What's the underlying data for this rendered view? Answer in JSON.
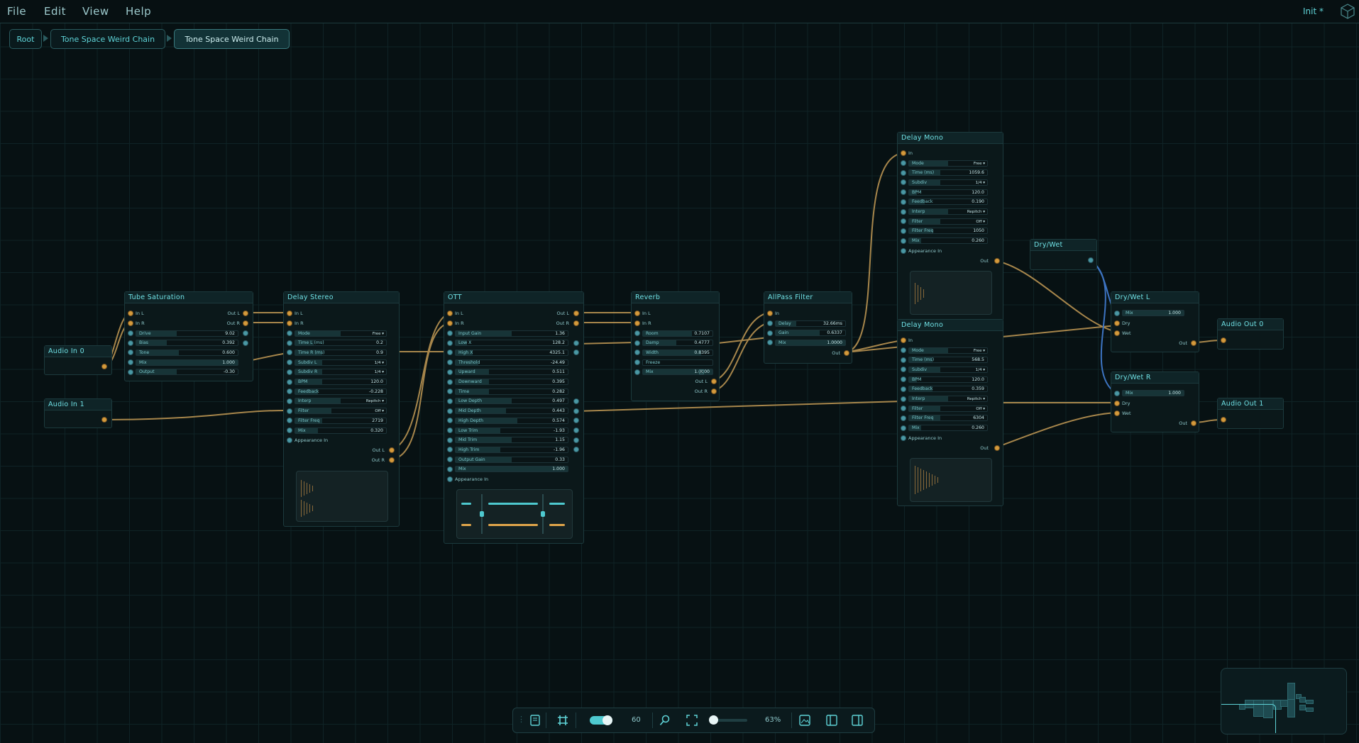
{
  "menubar": {
    "items": [
      "File",
      "Edit",
      "View",
      "Help"
    ],
    "preset": "Init *"
  },
  "breadcrumb": [
    "Root",
    "Tone Space Weird Chain",
    "Tone Space Weird Chain"
  ],
  "colors": {
    "audio_port": "#d49a3c",
    "param_port": "#4a98a4",
    "accent": "#5fd4d8",
    "wire_audio": "#c9a15a",
    "wire_param": "#4a7fc4"
  },
  "nodes": {
    "audio_in_0": {
      "title": "Audio In 0"
    },
    "audio_in_1": {
      "title": "Audio In 1"
    },
    "tube": {
      "title": "Tube Saturation",
      "in_l": "In L",
      "in_r": "In R",
      "out_l": "Out L",
      "out_r": "Out R",
      "params": [
        {
          "name": "Drive",
          "value": "9.02"
        },
        {
          "name": "Bias",
          "value": "0.392"
        },
        {
          "name": "Tone",
          "value": "0.600"
        },
        {
          "name": "Mix",
          "value": "1.000"
        },
        {
          "name": "Output",
          "value": "-0.30"
        }
      ]
    },
    "delay_stereo": {
      "title": "Delay Stereo",
      "in_l": "In L",
      "in_r": "In R",
      "out_l": "Out L",
      "out_r": "Out R",
      "appearance": "Appearance In",
      "params": [
        {
          "name": "Mode",
          "value": "Free ▾"
        },
        {
          "name": "Time L (ms)",
          "value": "0.2"
        },
        {
          "name": "Time R (ms)",
          "value": "0.9"
        },
        {
          "name": "Subdiv L",
          "value": "1/4 ▾"
        },
        {
          "name": "Subdiv R",
          "value": "1/4 ▾"
        },
        {
          "name": "BPM",
          "value": "120.0"
        },
        {
          "name": "Feedback",
          "value": "-0.228"
        },
        {
          "name": "Interp",
          "value": "Repitch ▾"
        },
        {
          "name": "Filter",
          "value": "Off ▾"
        },
        {
          "name": "Filter Freq",
          "value": "2719"
        },
        {
          "name": "Mix",
          "value": "0.320"
        }
      ]
    },
    "ott": {
      "title": "OTT",
      "in_l": "In L",
      "in_r": "In R",
      "out_l": "Out L",
      "out_r": "Out R",
      "appearance": "Appearance In",
      "params": [
        {
          "name": "Input Gain",
          "value": "1.36"
        },
        {
          "name": "Low X",
          "value": "128.2"
        },
        {
          "name": "High X",
          "value": "4325.1"
        },
        {
          "name": "Threshold",
          "value": "-24.49"
        },
        {
          "name": "Upward",
          "value": "0.511"
        },
        {
          "name": "Downward",
          "value": "0.395"
        },
        {
          "name": "Time",
          "value": "0.282"
        },
        {
          "name": "Low Depth",
          "value": "0.497"
        },
        {
          "name": "Mid Depth",
          "value": "0.443"
        },
        {
          "name": "High Depth",
          "value": "0.574"
        },
        {
          "name": "Low Trim",
          "value": "-1.93"
        },
        {
          "name": "Mid Trim",
          "value": "1.15"
        },
        {
          "name": "High Trim",
          "value": "-1.96"
        },
        {
          "name": "Output Gain",
          "value": "0.33"
        },
        {
          "name": "Mix",
          "value": "1.000"
        }
      ]
    },
    "reverb": {
      "title": "Reverb",
      "in_l": "In L",
      "in_r": "In R",
      "out_l": "Out L",
      "out_r": "Out R",
      "params": [
        {
          "name": "Room",
          "value": "0.7107"
        },
        {
          "name": "Damp",
          "value": "0.4777"
        },
        {
          "name": "Width",
          "value": "0.8395"
        },
        {
          "name": "Freeze",
          "value": ""
        },
        {
          "name": "Mix",
          "value": "1.0000"
        }
      ]
    },
    "allpass": {
      "title": "AllPass Filter",
      "in": "In",
      "out": "Out",
      "params": [
        {
          "name": "Delay",
          "value": "32.66ms"
        },
        {
          "name": "Gain",
          "value": "0.6337"
        },
        {
          "name": "Mix",
          "value": "1.0000"
        }
      ]
    },
    "delay_mono_1": {
      "title": "Delay Mono",
      "in": "In",
      "out": "Out",
      "appearance": "Appearance In",
      "params": [
        {
          "name": "Mode",
          "value": "Free ▾"
        },
        {
          "name": "Time (ms)",
          "value": "1059.6"
        },
        {
          "name": "Subdiv",
          "value": "1/4 ▾"
        },
        {
          "name": "BPM",
          "value": "120.0"
        },
        {
          "name": "Feedback",
          "value": "0.190"
        },
        {
          "name": "Interp",
          "value": "Repitch ▾"
        },
        {
          "name": "Filter",
          "value": "Off ▾"
        },
        {
          "name": "Filter Freq",
          "value": "1050"
        },
        {
          "name": "Mix",
          "value": "0.260"
        }
      ]
    },
    "delay_mono_2": {
      "title": "Delay Mono",
      "in": "In",
      "out": "Out",
      "appearance": "Appearance In",
      "params": [
        {
          "name": "Mode",
          "value": "Free ▾"
        },
        {
          "name": "Time (ms)",
          "value": "568.5"
        },
        {
          "name": "Subdiv",
          "value": "1/4 ▾"
        },
        {
          "name": "BPM",
          "value": "120.0"
        },
        {
          "name": "Feedback",
          "value": "0.359"
        },
        {
          "name": "Interp",
          "value": "Repitch ▾"
        },
        {
          "name": "Filter",
          "value": "Off ▾"
        },
        {
          "name": "Filter Freq",
          "value": "6304"
        },
        {
          "name": "Mix",
          "value": "0.260"
        }
      ]
    },
    "drywet": {
      "title": "Dry/Wet"
    },
    "drywet_l": {
      "title": "Dry/Wet L",
      "mix": "Mix",
      "mix_value": "1.000",
      "dry": "Dry",
      "wet": "Wet",
      "out": "Out"
    },
    "drywet_r": {
      "title": "Dry/Wet R",
      "mix": "Mix",
      "mix_value": "1.000",
      "dry": "Dry",
      "wet": "Wet",
      "out": "Out"
    },
    "audio_out_0": {
      "title": "Audio Out 0"
    },
    "audio_out_1": {
      "title": "Audio Out 1"
    }
  },
  "toolbar": {
    "fps": "60",
    "zoom": "63%",
    "fps_toggle_on": true,
    "zoom_slider": 0.0
  }
}
